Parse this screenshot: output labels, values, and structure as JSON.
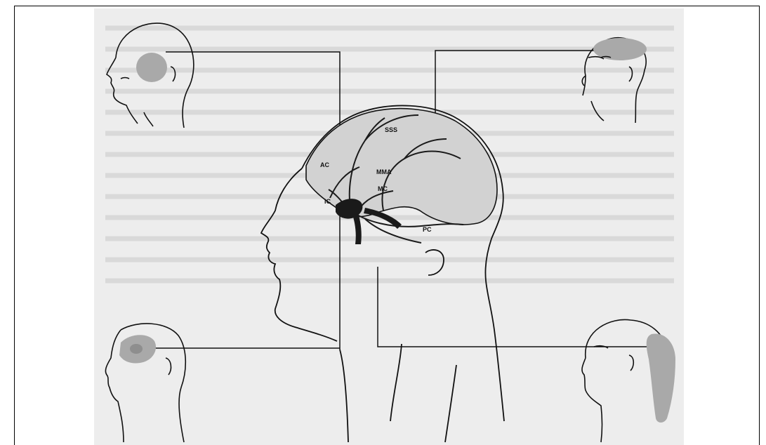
{
  "labels": {
    "sss": "SSS",
    "mma": "MMA",
    "ac": "AC",
    "mc": "MC",
    "ic": "IC",
    "pc": "PC"
  },
  "colors": {
    "pain_area": "#a9a9a9",
    "line": "#111111",
    "page_bg": "#ededed",
    "brain": "#d2d2d2",
    "vessel": "#1a1a1a"
  },
  "referred_pain_regions": [
    "temporal",
    "vertex",
    "orbital-frontal",
    "occipital"
  ]
}
